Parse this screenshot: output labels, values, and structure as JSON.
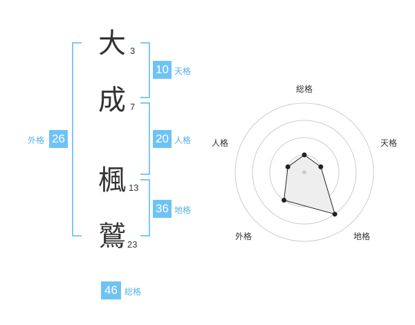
{
  "name": {
    "characters": [
      {
        "char": "大",
        "strokes": "3"
      },
      {
        "char": "成",
        "strokes": "7"
      },
      {
        "char": "楓",
        "strokes": "13"
      },
      {
        "char": "鷲",
        "strokes": "23"
      }
    ]
  },
  "fortune": {
    "tenkaku": {
      "value": "10",
      "label": "天格"
    },
    "jinkaku": {
      "value": "20",
      "label": "人格"
    },
    "chikaku": {
      "value": "36",
      "label": "地格"
    },
    "gaikaku": {
      "value": "26",
      "label": "外格"
    },
    "soukaku": {
      "value": "46",
      "label": "総格"
    }
  },
  "radar": {
    "axes": [
      "総格",
      "天格",
      "地格",
      "外格",
      "人格"
    ],
    "levels": 4,
    "scores": [
      1,
      1,
      3,
      2,
      1
    ],
    "max": 4,
    "colors": {
      "ring": "#cccccc",
      "fill": "#eeeeee",
      "line": "#222222",
      "center": "#cccccc"
    }
  }
}
